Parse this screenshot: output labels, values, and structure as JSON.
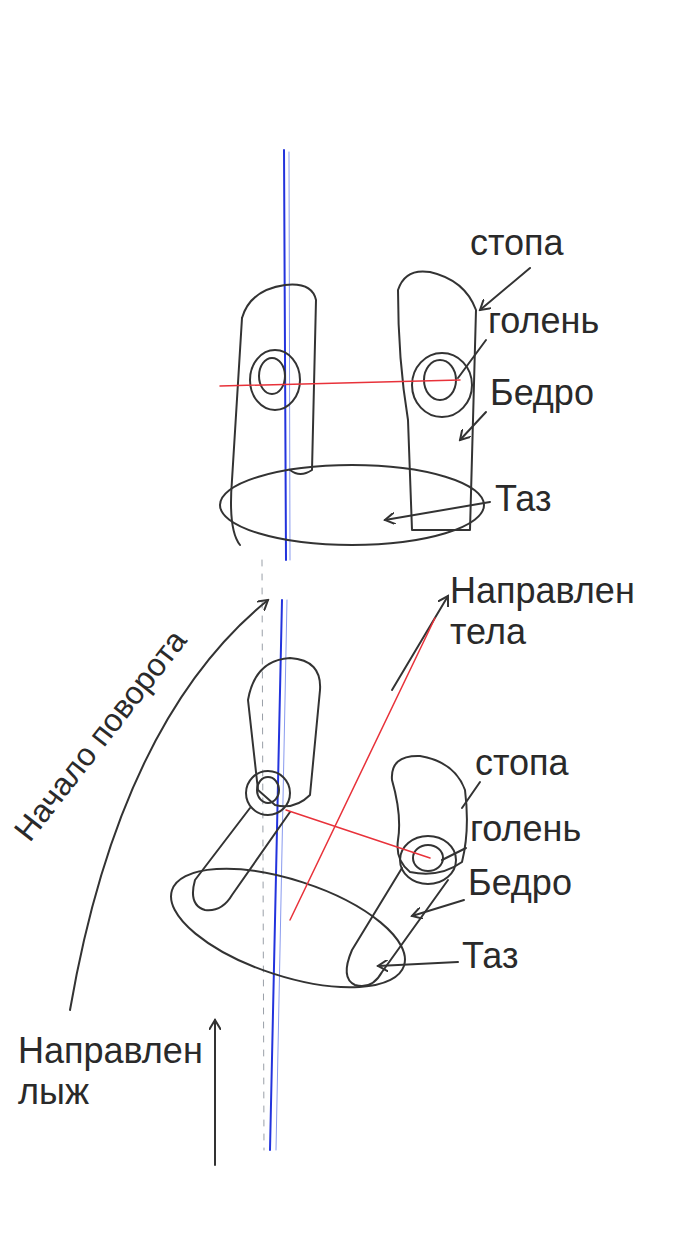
{
  "diagram": {
    "labels": [
      "стопа",
      "голень",
      "Бедро",
      "Таз",
      "Направлен тела",
      "стопа",
      "голень",
      "Бедро",
      "Таз",
      "Начало поворота",
      "Направлен лыж"
    ]
  }
}
